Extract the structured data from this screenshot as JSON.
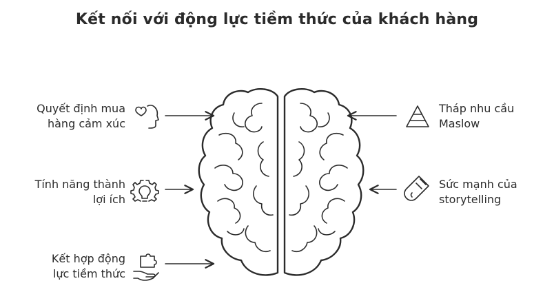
{
  "title": "Kết nối với động lực tiềm thức của khách hàng",
  "items": [
    {
      "id": "left-1",
      "text_lines": [
        "Quyết định mua",
        "hàng cảm xúc"
      ],
      "icon": "heart-head-icon"
    },
    {
      "id": "left-2",
      "text_lines": [
        "Tính năng thành",
        "lợi ích"
      ],
      "icon": "gear-bulb-icon"
    },
    {
      "id": "left-3",
      "text_lines": [
        "Kết hợp động",
        "lực tiềm thức"
      ],
      "icon": "puzzle-hand-icon"
    },
    {
      "id": "right-1",
      "text_lines": [
        "Tháp nhu cầu",
        "Maslow"
      ],
      "icon": "pyramid-icon"
    },
    {
      "id": "right-2",
      "text_lines": [
        "Sức mạnh của",
        "storytelling"
      ],
      "icon": "magnet-icon"
    }
  ],
  "center_icon": "brain-icon"
}
